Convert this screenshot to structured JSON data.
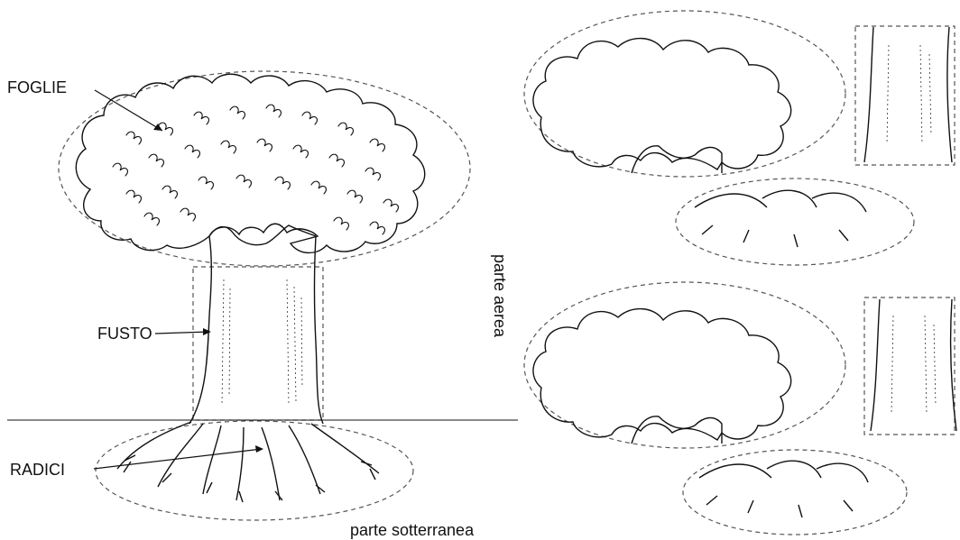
{
  "labels": {
    "leaves": "FOGLIE",
    "trunk": "FUSTO",
    "roots": "RADICI",
    "aerial_part": "parte aerea",
    "underground_part": "parte sotterranea"
  },
  "colors": {
    "ink": "#111111",
    "dashed_outline": "#555555",
    "background": "#ffffff"
  }
}
